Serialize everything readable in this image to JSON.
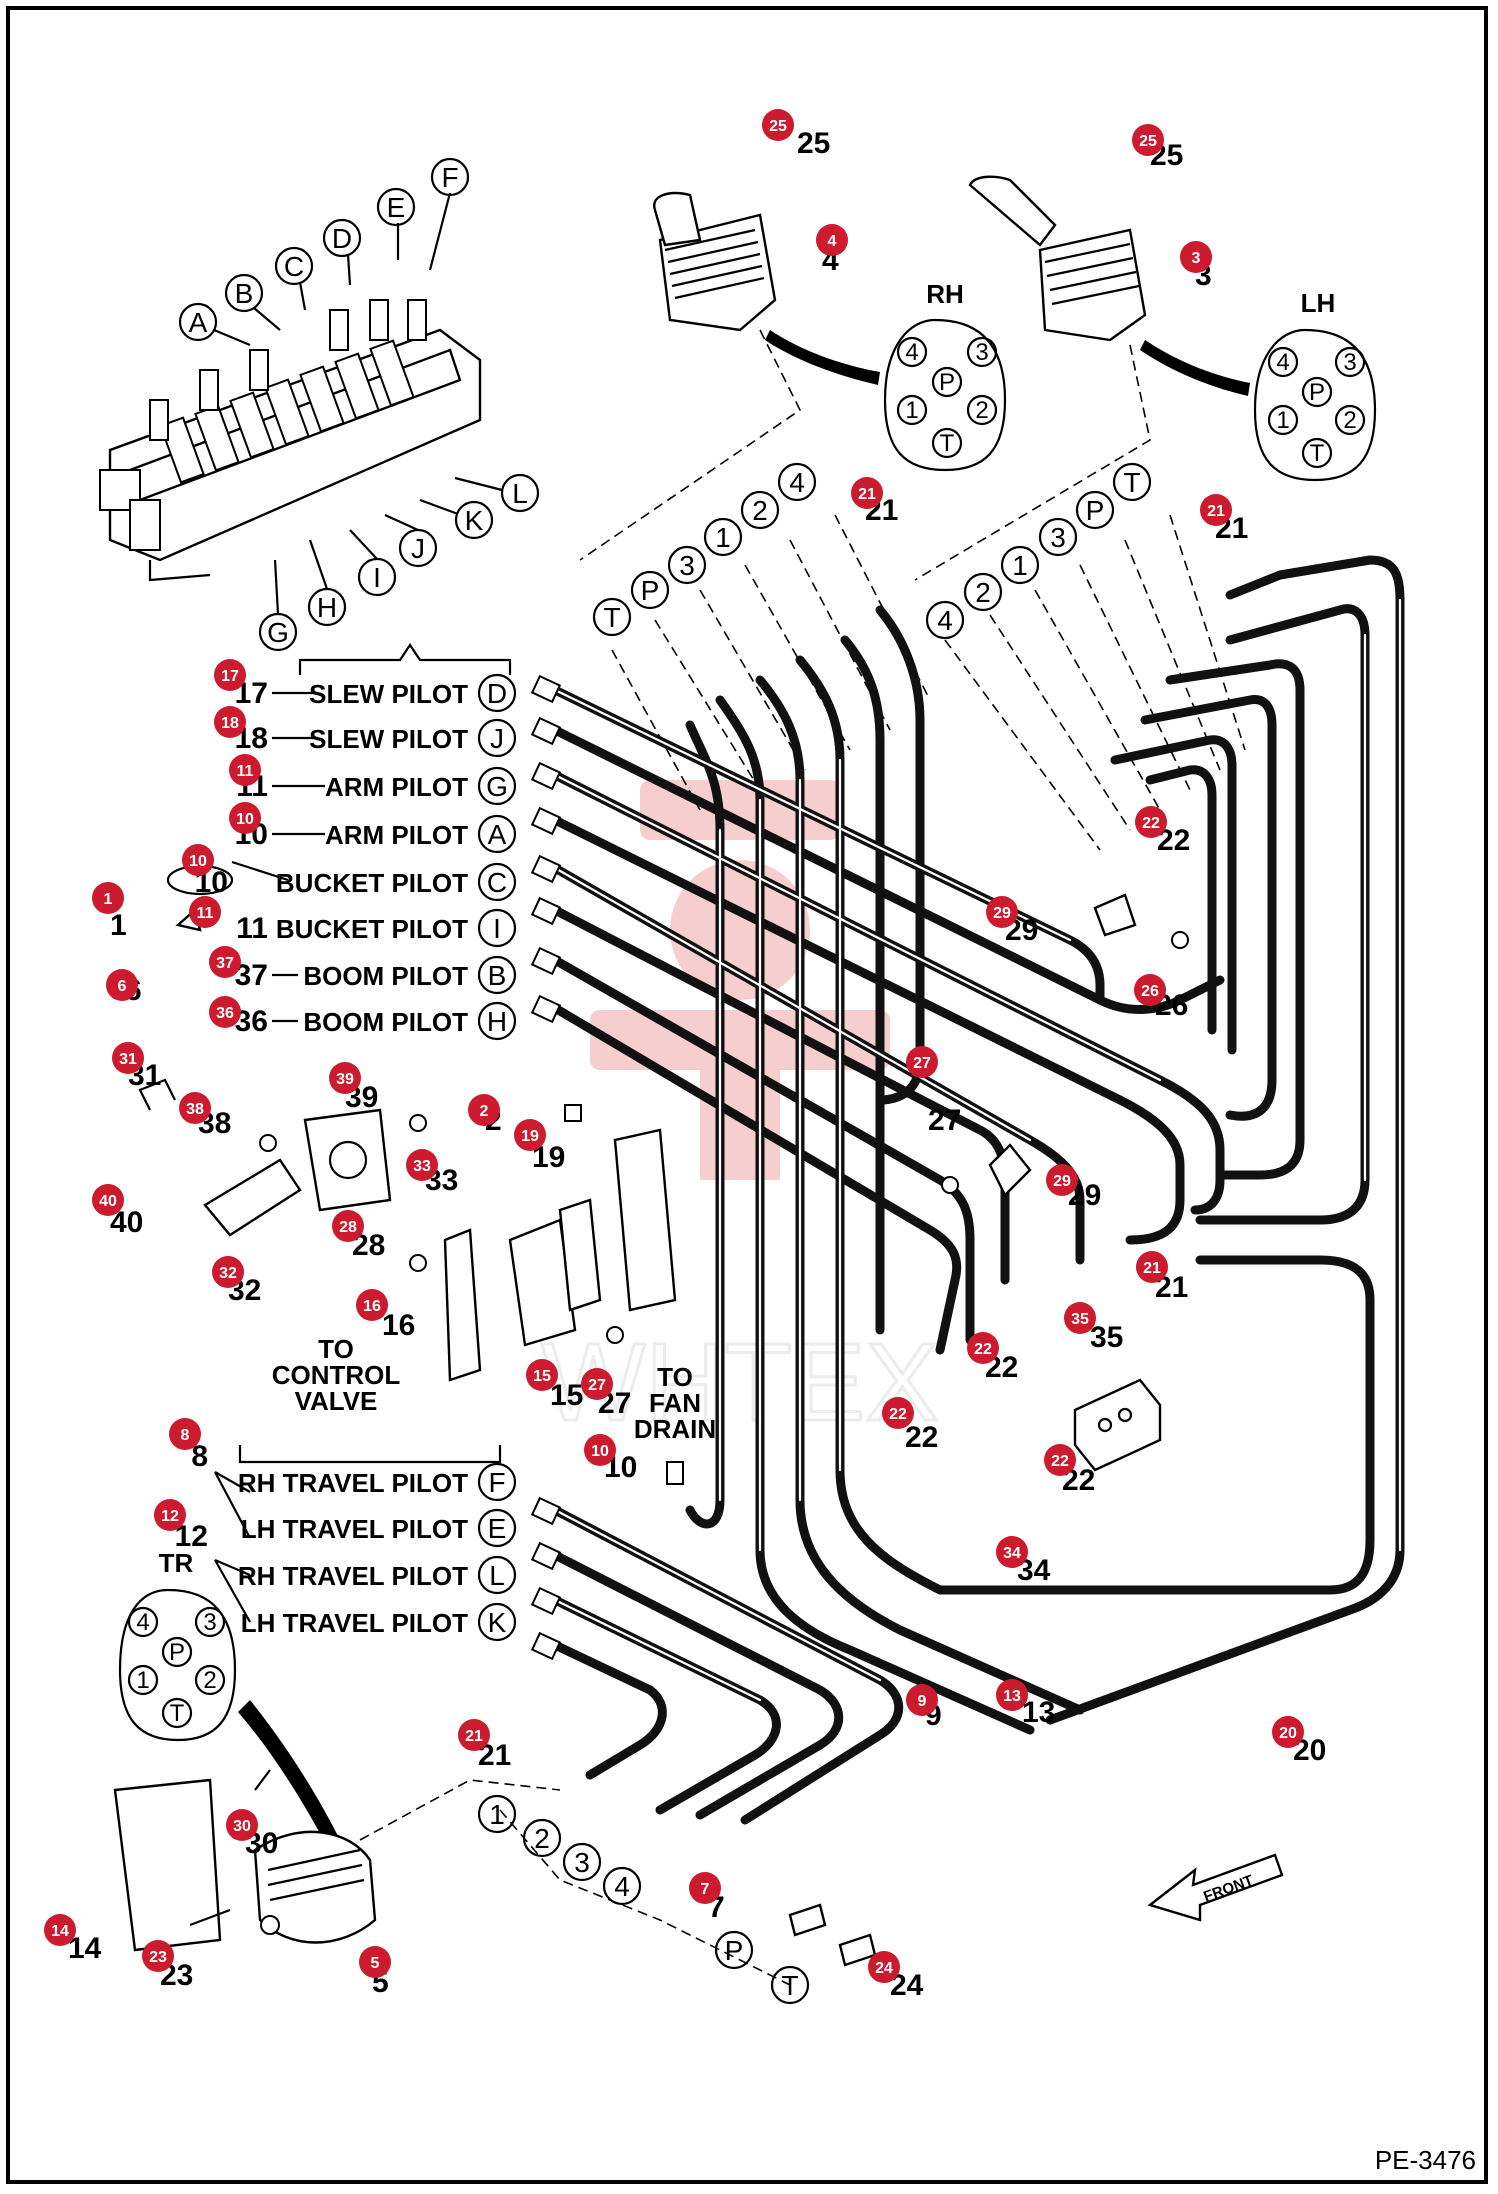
{
  "document_code": "PE-3476",
  "watermark": "WHTEX",
  "callouts": [
    "25",
    "25",
    "4",
    "3",
    "21",
    "21",
    "17",
    "18",
    "11",
    "10",
    "10",
    "1",
    "11",
    "6",
    "37",
    "36",
    "2",
    "19",
    "29",
    "26",
    "27",
    "29",
    "31",
    "38",
    "39",
    "33",
    "40",
    "28",
    "32",
    "16",
    "15",
    "27",
    "22",
    "21",
    "35",
    "22",
    "22",
    "22",
    "8",
    "10",
    "12",
    "34",
    "9",
    "13",
    "20",
    "21",
    "30",
    "7",
    "14",
    "23",
    "5",
    "24"
  ],
  "pilot_labels": {
    "d": "SLEW PILOT",
    "j": "SLEW PILOT",
    "g": "ARM PILOT",
    "a": "ARM PILOT",
    "c": "BUCKET PILOT",
    "i": "BUCKET PILOT",
    "b": "BOOM PILOT",
    "h": "BOOM PILOT",
    "f": "RH TRAVEL PILOT",
    "e": "LH TRAVEL PILOT",
    "l": "RH TRAVEL PILOT",
    "k": "LH TRAVEL PILOT"
  },
  "pilot_parts": {
    "d": "17",
    "j": "18",
    "g": "11",
    "a": "10",
    "c": "10",
    "i": "11",
    "b": "37",
    "h": "36",
    "f": "8",
    "e": "12"
  },
  "valve_letters": [
    "A",
    "B",
    "C",
    "D",
    "E",
    "F",
    "G",
    "H",
    "I",
    "J",
    "K",
    "L"
  ],
  "row_letters": {
    "d": "D",
    "j": "J",
    "g": "G",
    "a": "A",
    "c": "C",
    "i": "I",
    "b": "B",
    "h": "H",
    "f": "F",
    "e": "E",
    "l": "L",
    "k": "K"
  },
  "rh_joystick": {
    "title": "RH",
    "pins": [
      "4",
      "3",
      "P",
      "1",
      "2",
      "T"
    ]
  },
  "lh_joystick": {
    "title": "LH",
    "pins": [
      "4",
      "3",
      "P",
      "1",
      "2",
      "T"
    ]
  },
  "tr_joystick": {
    "title": "TR",
    "pins": [
      "4",
      "3",
      "P",
      "1",
      "2",
      "T"
    ]
  },
  "port_labels_rh": [
    "T",
    "P",
    "3",
    "1",
    "2",
    "4"
  ],
  "port_labels_lh": [
    "4",
    "2",
    "1",
    "3",
    "P",
    "T"
  ],
  "port_labels_tr": [
    "1",
    "2",
    "3",
    "4",
    "P",
    "T"
  ],
  "to_control_valve": [
    "TO",
    "CONTROL",
    "VALVE"
  ],
  "to_fan_drain": [
    "TO",
    "FAN",
    "DRAIN"
  ],
  "front_arrow": "FRONT",
  "part_numbers": {
    "p25a": "25",
    "p25b": "25",
    "p4": "4",
    "p3": "3",
    "p21a": "21",
    "p21b": "21",
    "p22a": "22",
    "p29a": "29",
    "p26": "26",
    "p27a": "27",
    "p29b": "29",
    "p31": "31",
    "p38": "38",
    "p39": "39",
    "p33": "33",
    "p40": "40",
    "p28": "28",
    "p32": "32",
    "p16": "16",
    "p15": "15",
    "p27b": "27",
    "p2": "2",
    "p19": "19",
    "p1": "1",
    "p6": "6",
    "p10b": "10",
    "p22b": "22",
    "p22c": "22",
    "p22d": "22",
    "p22e": "22",
    "p35": "35",
    "p21c": "21",
    "p34": "34",
    "p9": "9",
    "p13": "13",
    "p20": "20",
    "p21d": "21",
    "p30": "30",
    "p7": "7",
    "p14": "14",
    "p23": "23",
    "p5": "5",
    "p24": "24"
  },
  "colors": {
    "callout": "#cc1a2e",
    "watermark": "#f6c9c9",
    "line": "#000000"
  }
}
